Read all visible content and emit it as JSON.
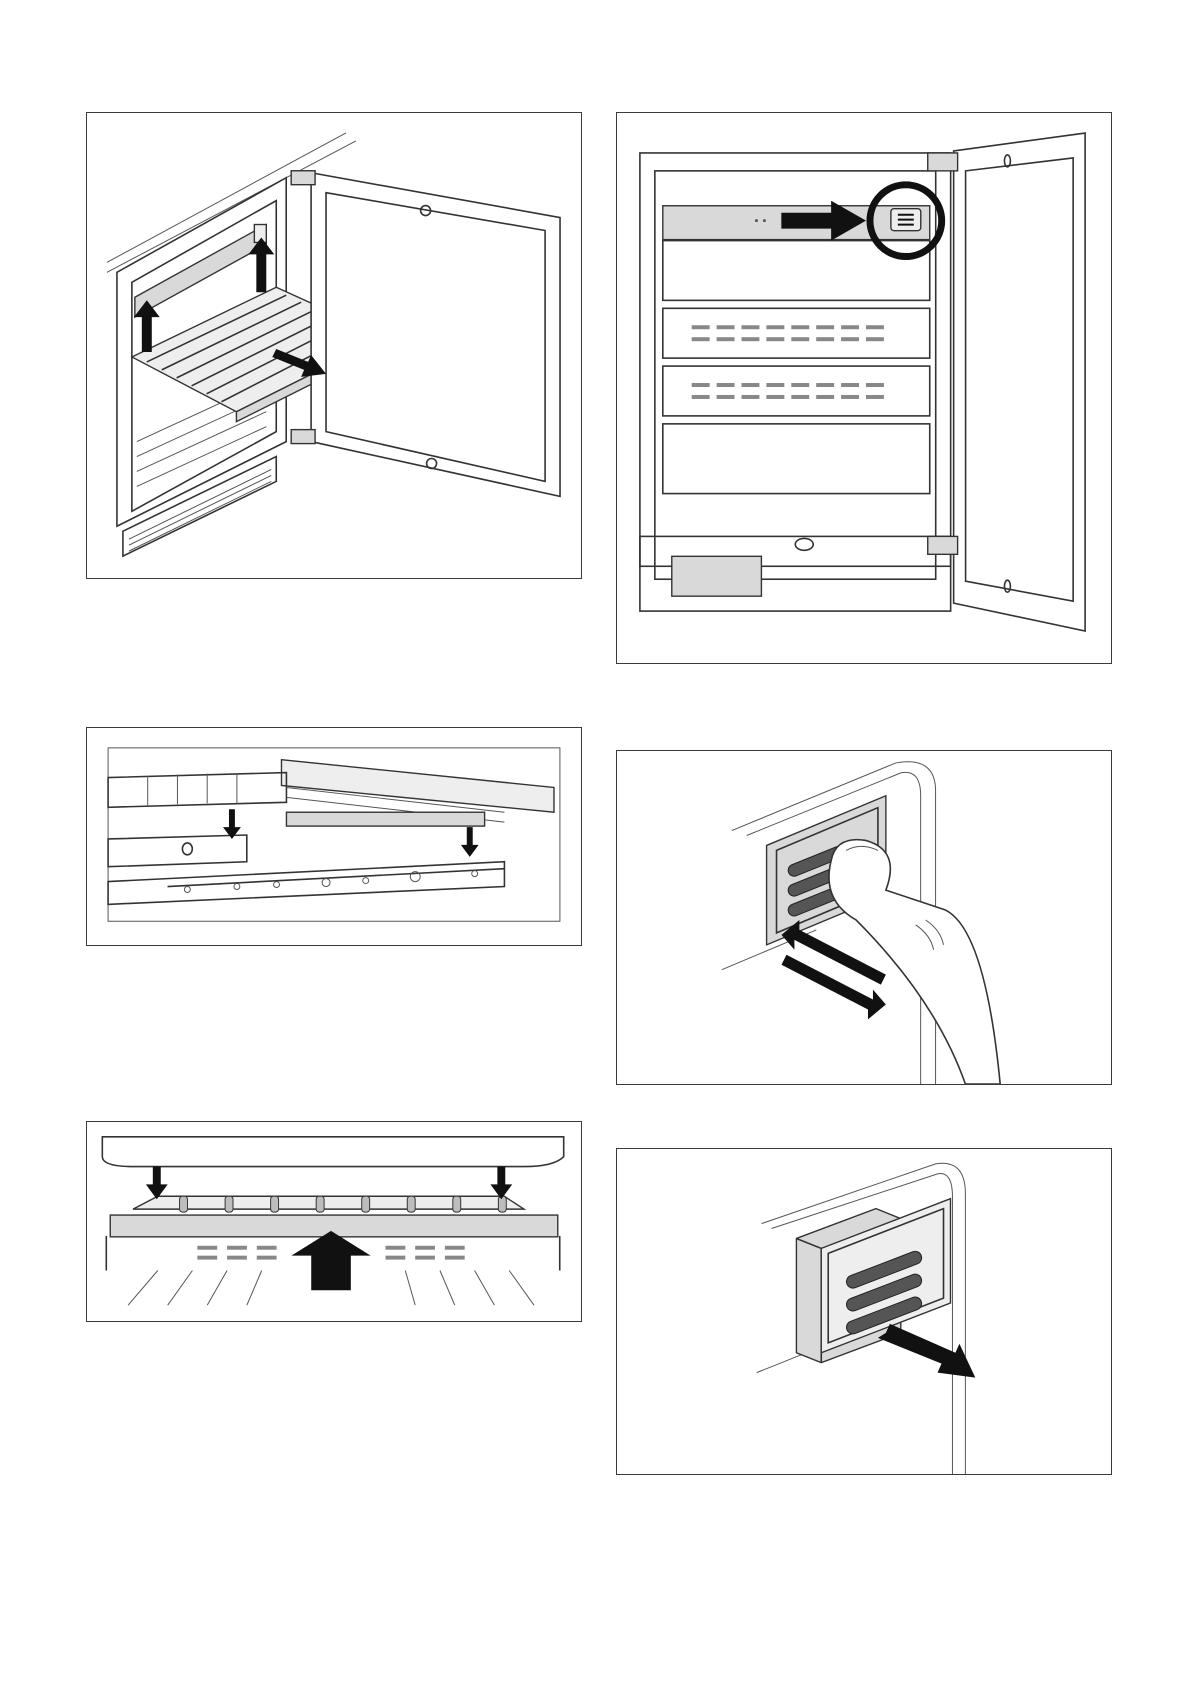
{
  "page": {
    "figures": [
      {
        "id": "fig1",
        "label": ""
      },
      {
        "id": "fig2",
        "label": ""
      },
      {
        "id": "fig3",
        "label": ""
      },
      {
        "id": "fig4",
        "label": ""
      },
      {
        "id": "fig5",
        "label": ""
      },
      {
        "id": "fig6",
        "label": ""
      }
    ]
  },
  "icons": {
    "menu_button": "menu-icon",
    "arrows": "arrow-icon"
  },
  "colors": {
    "stroke": "#333333",
    "panel_gray": "#d9d9d9",
    "arrow": "#111111",
    "background": "#ffffff"
  }
}
